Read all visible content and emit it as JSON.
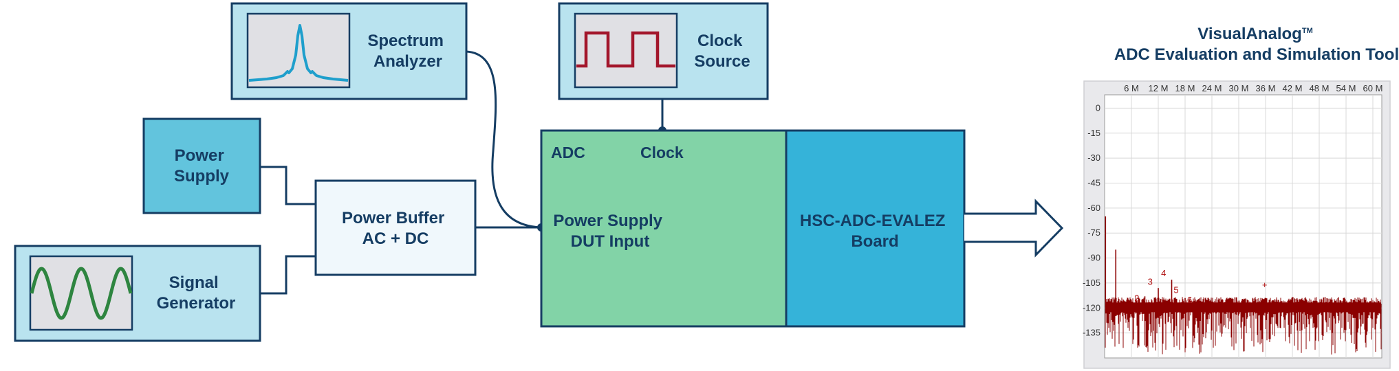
{
  "blocks": {
    "spectrum_analyzer": [
      "Spectrum",
      "Analyzer"
    ],
    "clock_source": [
      "Clock",
      "Source"
    ],
    "power_supply": [
      "Power",
      "Supply"
    ],
    "signal_generator": [
      "Signal",
      "Generator"
    ],
    "power_buffer": [
      "Power Buffer",
      "AC + DC"
    ],
    "adc": {
      "name": "ADC",
      "clock": "Clock",
      "input": [
        "Power Supply",
        "DUT Input"
      ]
    },
    "eval_board": [
      "HSC-ADC-EVALEZ",
      "Board"
    ]
  },
  "tool": {
    "title_line1": "VisualAnalog",
    "trademark": "TM",
    "title_line2": "ADC Evaluation and Simulation Tool"
  },
  "chart_data": {
    "type": "line",
    "x_ticks": [
      "6 M",
      "12 M",
      "18 M",
      "24 M",
      "30 M",
      "36 M",
      "42 M",
      "48 M",
      "54 M",
      "60 M"
    ],
    "x_values": [
      6,
      12,
      18,
      24,
      30,
      36,
      42,
      48,
      54,
      60
    ],
    "y_ticks": [
      0,
      -15,
      -30,
      -45,
      -60,
      -75,
      -90,
      -105,
      -120,
      -135
    ],
    "xlim": [
      0,
      62
    ],
    "ylim": [
      -150,
      8
    ],
    "grid": true,
    "noise_floor": -120,
    "spikes": [
      {
        "x": 0.2,
        "y": -65
      },
      {
        "x": 2.5,
        "y": -85
      },
      {
        "x": 9.0,
        "y": -113
      },
      {
        "x": 12.0,
        "y": -108
      },
      {
        "x": 15.0,
        "y": -103
      },
      {
        "x": 18.0,
        "y": -114
      },
      {
        "x": 21.0,
        "y": -117
      },
      {
        "x": 36.0,
        "y": -114
      }
    ],
    "annotations": [
      {
        "text": "2",
        "x": 7.2,
        "y": -116
      },
      {
        "text": "3",
        "x": 10.2,
        "y": -106
      },
      {
        "text": "4",
        "x": 13.2,
        "y": -101
      },
      {
        "text": "5",
        "x": 16.0,
        "y": -111
      },
      {
        "text": "6",
        "x": 19.0,
        "y": -117
      },
      {
        "text": "+",
        "x": 35.8,
        "y": -108
      }
    ]
  },
  "colors": {
    "navy": "#153d63",
    "light_cyan": "#b9e3ef",
    "mid_cyan": "#62c4dd",
    "green": "#82d3a7",
    "blue": "#35b3d9",
    "buffer_fill": "#f0f8fc",
    "screen_gray": "#e0e0e4",
    "spectrum_trace": "#1f9fcc",
    "clock_trace": "#a3162b",
    "sine_trace": "#2e8540",
    "noise_red": "#8b0000"
  },
  "icons": {
    "spectrum_screen": "spectrum-peak-icon",
    "clock_screen": "square-wave-icon",
    "signal_screen": "sine-wave-icon",
    "output_arrow": "right-arrow-icon"
  }
}
